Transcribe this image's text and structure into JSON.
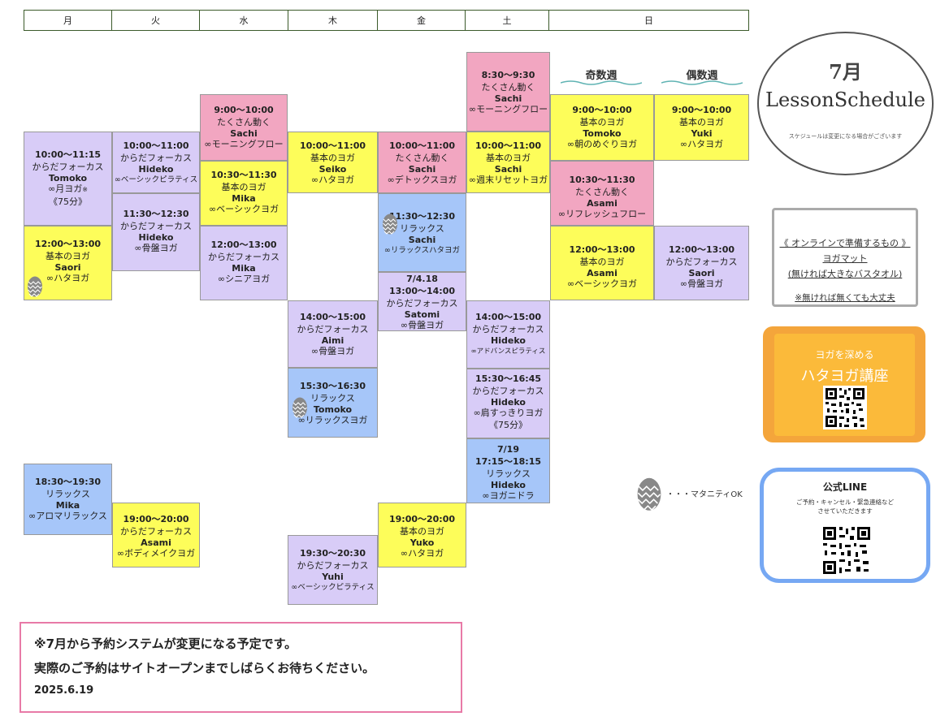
{
  "days": [
    "月",
    "火",
    "水",
    "木",
    "金",
    "土",
    "日"
  ],
  "week_labels": {
    "odd": "奇数週",
    "even": "偶数週"
  },
  "lessons": {
    "mon1": {
      "time": "10:00〜11:15",
      "cat": "からだフォーカス",
      "teacher": "Tomoko",
      "course": "∞月ヨガ",
      "mark": "※",
      "note": "《75分》"
    },
    "mon2": {
      "time": "12:00〜13:00",
      "cat": "基本のヨガ",
      "teacher": "Saori",
      "course": "∞ハタヨガ"
    },
    "mon3": {
      "time": "18:30〜19:30",
      "cat": "リラックス",
      "teacher": "Mika",
      "course": "∞アロマリラックス"
    },
    "tue1": {
      "time": "10:00〜11:00",
      "cat": "からだフォーカス",
      "teacher": "Hideko",
      "course": "∞ベーシックピラティス"
    },
    "tue2": {
      "time": "11:30〜12:30",
      "cat": "からだフォーカス",
      "teacher": "Hideko",
      "course": "∞骨盤ヨガ"
    },
    "tue3": {
      "time": "19:00〜20:00",
      "cat": "からだフォーカス",
      "teacher": "Asami",
      "course": "∞ボディメイクヨガ"
    },
    "wed1": {
      "time": "9:00〜10:00",
      "cat": "たくさん動く",
      "teacher": "Sachi",
      "course": "∞モーニングフロー"
    },
    "wed2": {
      "time": "10:30〜11:30",
      "cat": "基本のヨガ",
      "teacher": "Mika",
      "course": "∞ベーシックヨガ"
    },
    "wed3": {
      "time": "12:00〜13:00",
      "cat": "からだフォーカス",
      "teacher": "Mika",
      "course": "∞シニアヨガ"
    },
    "thu1": {
      "time": "10:00〜11:00",
      "cat": "基本のヨガ",
      "teacher": "Seiko",
      "course": "∞ハタヨガ"
    },
    "thu2": {
      "time": "14:00〜15:00",
      "cat": "からだフォーカス",
      "teacher": "Aimi",
      "course": "∞骨盤ヨガ"
    },
    "thu3": {
      "time": "15:30〜16:30",
      "cat": "リラックス",
      "teacher": "Tomoko",
      "course": "∞リラックスヨガ"
    },
    "thu4": {
      "time": "19:30〜20:30",
      "cat": "からだフォーカス",
      "teacher": "Yuhi",
      "course": "∞ベーシックピラティス"
    },
    "fri1": {
      "time": "10:00〜11:00",
      "cat": "たくさん動く",
      "teacher": "Sachi",
      "course": "∞デトックスヨガ"
    },
    "fri2": {
      "time": "11:30〜12:30",
      "cat": "リラックス",
      "teacher": "Sachi",
      "course": "∞リラックスハタヨガ"
    },
    "fri3": {
      "date": "7/4.18",
      "time": "13:00〜14:00",
      "cat": "からだフォーカス",
      "teacher": "Satomi",
      "course": "∞骨盤ヨガ"
    },
    "fri4": {
      "time": "19:00〜20:00",
      "cat": "基本のヨガ",
      "teacher": "Yuko",
      "course": "∞ハタヨガ"
    },
    "sat1": {
      "time": "8:30〜9:30",
      "cat": "たくさん動く",
      "teacher": "Sachi",
      "course": "∞モーニングフロー"
    },
    "sat2": {
      "time": "10:00〜11:00",
      "cat": "基本のヨガ",
      "teacher": "Sachi",
      "course": "∞週末リセットヨガ"
    },
    "sat3": {
      "time": "14:00〜15:00",
      "cat": "からだフォーカス",
      "teacher": "Hideko",
      "course": "∞アドバンスピラティス"
    },
    "sat4": {
      "time": "15:30〜16:45",
      "cat": "からだフォーカス",
      "teacher": "Hideko",
      "course": "∞肩すっきりヨガ",
      "note": "《75分》"
    },
    "sat5": {
      "date": "7/19",
      "time": "17:15〜18:15",
      "cat": "リラックス",
      "teacher": "Hideko",
      "course": "∞ヨガニドラ"
    },
    "sunOdd1": {
      "time": "9:00〜10:00",
      "cat": "基本のヨガ",
      "teacher": "Tomoko",
      "course": "∞朝のめぐりヨガ"
    },
    "sunOdd2": {
      "time": "10:30〜11:30",
      "cat": "たくさん動く",
      "teacher": "Asami",
      "course": "∞リフレッシュフロー"
    },
    "sunOdd3": {
      "time": "12:00〜13:00",
      "cat": "基本のヨガ",
      "teacher": "Asami",
      "course": "∞ベーシックヨガ"
    },
    "sunEven1": {
      "time": "9:00〜10:00",
      "cat": "基本のヨガ",
      "teacher": "Yuki",
      "course": "∞ハタヨガ"
    },
    "sunEven2": {
      "time": "12:00〜13:00",
      "cat": "からだフォーカス",
      "teacher": "Saori",
      "course": "∞骨盤ヨガ"
    }
  },
  "title": {
    "month": "7月",
    "text": "LessonSchedule",
    "note": "スケジュールは変更になる場合がございます"
  },
  "online": {
    "l1": "《 オンラインで準備するもの 》",
    "l2": "ヨガマット",
    "l3": "(無ければ大きなバスタオル)",
    "l4": "※無ければ無くても大丈夫"
  },
  "hatha": {
    "sub": "ヨガを深める",
    "main": "ハタヨガ講座"
  },
  "line": {
    "title": "公式LINE",
    "desc1": "ご予約・キャンセル・緊急連絡など",
    "desc2": "させていただきます"
  },
  "legend": {
    "maternity": "・・・マタニティOK"
  },
  "notice": {
    "l1": "※7月から予約システムが変更になる予定です。",
    "l2": "実際のご予約はサイトオープンまでしばらくお待ちください。",
    "l3": "2025.6.19"
  },
  "colors": {
    "purple": "#d8ccf7",
    "yellow": "#fdfd5a",
    "pink": "#f2a6c1",
    "blue": "#a6c6f9",
    "orange": "#fbba3a",
    "line_border": "#76a8f3",
    "notice_border": "#e87aa7"
  }
}
